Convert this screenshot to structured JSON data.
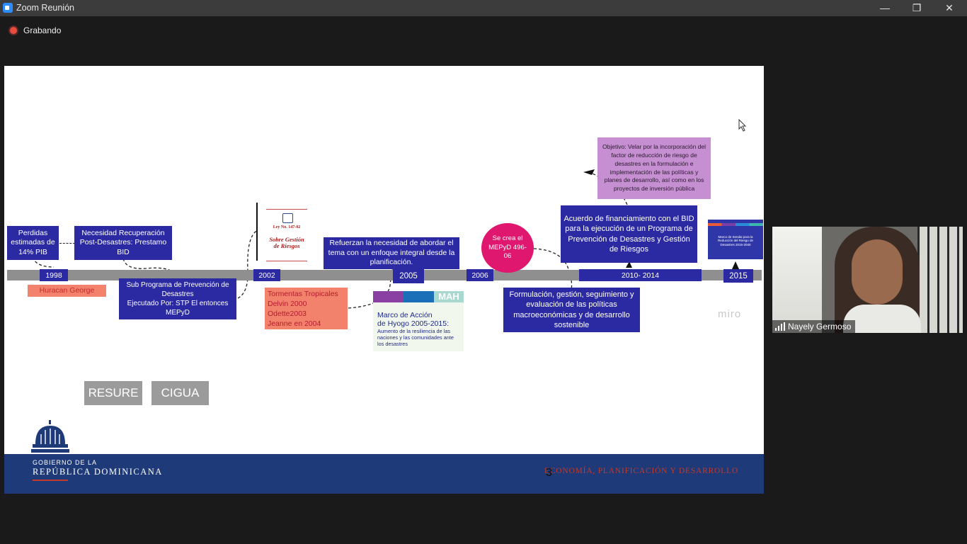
{
  "window": {
    "title": "Zoom Reunión",
    "minimize": "—",
    "restore": "❐",
    "close": "✕"
  },
  "recording": {
    "label": "Grabando"
  },
  "slide": {
    "boxes": {
      "perdidas": "Perdidas estimadas de 14% PIB",
      "necesidad": "Necesidad Recuperación Post-Desastres: Prestamo BID",
      "subprograma": "Sub Programa de Prevención  de Desastres\nEjecutado Por:  STP El entonces MEPyD",
      "huracan": "Huracan George",
      "refuerzan": "Refuerzan la necesidad de abordar el tema con un enfoque integral desde la planificación.",
      "tormentas": "Tormentas Tropicales\nDelvin 2000\n Odette2003\nJeanne en 2004",
      "mepyd_circle": "Se crea el MEPyD 496-06",
      "acuerdo": "Acuerdo de financiamiento con el BID para la ejecución de un Programa de Prevención de Desastres y Gestión de Riesgos",
      "formulacion": "Formulación, gestión, seguimiento y evaluación de las políticas macroeconómicas y de desarrollo sostenible",
      "objetivo": "Objetivo:  Velar por la incorporación del factor de reducción de riesgo de desastres en la formulación e implementación de las políticas y planes de desarrollo, así como en los proyectos de inversión pública"
    },
    "years": [
      "1998",
      "2002",
      "2005",
      "2006",
      "2010- 2014",
      "2015"
    ],
    "ley_doc": {
      "number": "Ley No. 147-02",
      "title": "Sobre Gestión de Riesgos"
    },
    "hyogo": {
      "logo": "MAH",
      "title": "Marco de Acción\nde Hyogo 2005-2015:",
      "subtitle": "Aumento de la resiliencia de las naciones y las comunidades ante los desastres"
    },
    "sendai_cover": "Marco de Sendai para la Reducción del Riesgo de Desastres 2015-2030",
    "watermark": "miro",
    "buttons": {
      "resure": "RESURE",
      "cigua": "CIGUA"
    },
    "footer": {
      "gov_line1": "GOBIERNO DE LA",
      "gov_line2": "REPÚBLICA DOMINICANA",
      "ministry": "ECONOMÍA, PLANIFICACIÓN Y DESARROLLO",
      "page_number": "3"
    }
  },
  "video": {
    "participant": "Nayely Germoso"
  },
  "colors": {
    "navy": "#2b2aa3",
    "salmon": "#f3826c",
    "magenta": "#e0176f",
    "lilac": "#c58fd1",
    "footer": "#1f3a78"
  }
}
